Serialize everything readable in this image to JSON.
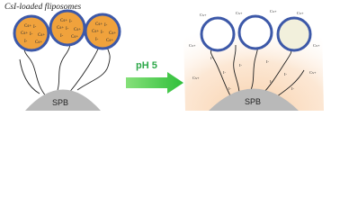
{
  "title": "CsI-loaded fliposomes",
  "arrow_label": "pH 5",
  "substrate_label": "SPB",
  "ions": {
    "cation": "Cs+",
    "anion": "I-"
  },
  "colors": {
    "liposome_fill": "#f0a23c",
    "liposome_border": "#3c58a8",
    "substrate": "#b9b9b9",
    "arrow": "#47c83c",
    "glow": "#f7c79a",
    "released_fill_light": "#ffffff",
    "released_fill_tinted": "#f2f0dc"
  },
  "left_panel": {
    "liposomes": [
      {
        "ions": [
          "Cs+",
          "I-",
          "Cs+",
          "I-",
          "Cs+",
          "I-",
          "Cs+"
        ]
      },
      {
        "ions": [
          "Cs+",
          "I-",
          "Cs+",
          "I-",
          "Cs+",
          "I-",
          "Cs+"
        ]
      },
      {
        "ions": [
          "Cs+",
          "I-",
          "Cs+",
          "I-",
          "Cs+",
          "I-",
          "Cs+"
        ]
      }
    ]
  },
  "right_panel": {
    "released_cations": [
      "Cs+",
      "Cs+",
      "Cs+",
      "Cs+",
      "Cs+",
      "Cs+",
      "Cs+",
      "Cs+"
    ],
    "released_anions": [
      "I-",
      "I-",
      "I-",
      "I-",
      "I-",
      "I-",
      "I-",
      "I-"
    ]
  }
}
